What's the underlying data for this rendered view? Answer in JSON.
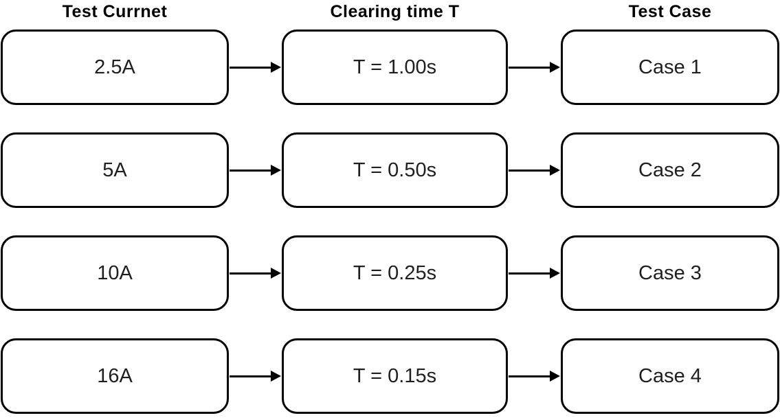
{
  "diagram": {
    "title_note": "",
    "columns": [
      {
        "header": "Test Currnet"
      },
      {
        "header": "Clearing time T"
      },
      {
        "header": "Test Case"
      }
    ],
    "rows": [
      {
        "current": "2.5A",
        "clearing_time": "T = 1.00s",
        "case": "Case 1"
      },
      {
        "current": "5A",
        "clearing_time": "T = 0.50s",
        "case": "Case 2"
      },
      {
        "current": "10A",
        "clearing_time": "T = 0.25s",
        "case": "Case 3"
      },
      {
        "current": "16A",
        "clearing_time": "T = 0.15s",
        "case": "Case 4"
      }
    ],
    "colors": {
      "border": "#000000",
      "text": "#1f1f1f",
      "background": "#ffffff"
    }
  }
}
